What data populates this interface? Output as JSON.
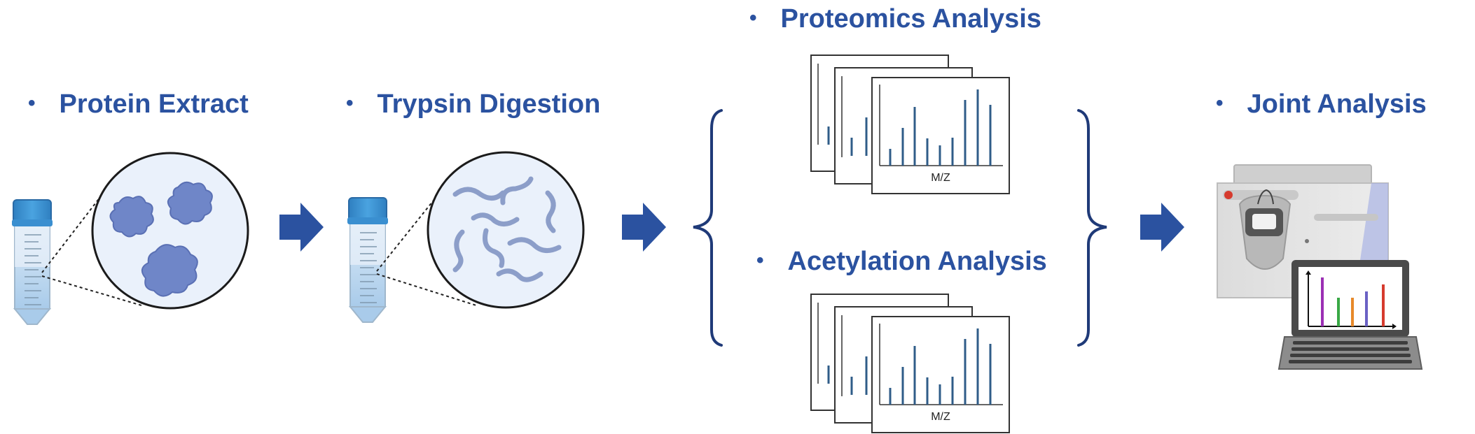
{
  "steps": [
    {
      "id": "protein-extract",
      "title": "Protein Extract"
    },
    {
      "id": "trypsin-digestion",
      "title": "Trypsin Digestion"
    },
    {
      "id": "proteomics-analysis",
      "title": "Proteomics Analysis"
    },
    {
      "id": "acetylation-analysis",
      "title": "Acetylation Analysis"
    },
    {
      "id": "joint-analysis",
      "title": "Joint Analysis"
    }
  ],
  "bullet": "•",
  "spectrum": {
    "axis_label": "M/Z"
  },
  "colors": {
    "title": "#2b52a0",
    "arrow": "#2b52a0",
    "brace": "#1f3a78",
    "tube_cap": "#3a8fd0",
    "protein": "#6f86c8",
    "peptide": "#8c9ec9",
    "spectrum_bar": "#2f5c88",
    "laptop_bars": [
      "#9b2fb4",
      "#39a845",
      "#e7892a",
      "#6a61c4",
      "#d63b2e"
    ]
  }
}
